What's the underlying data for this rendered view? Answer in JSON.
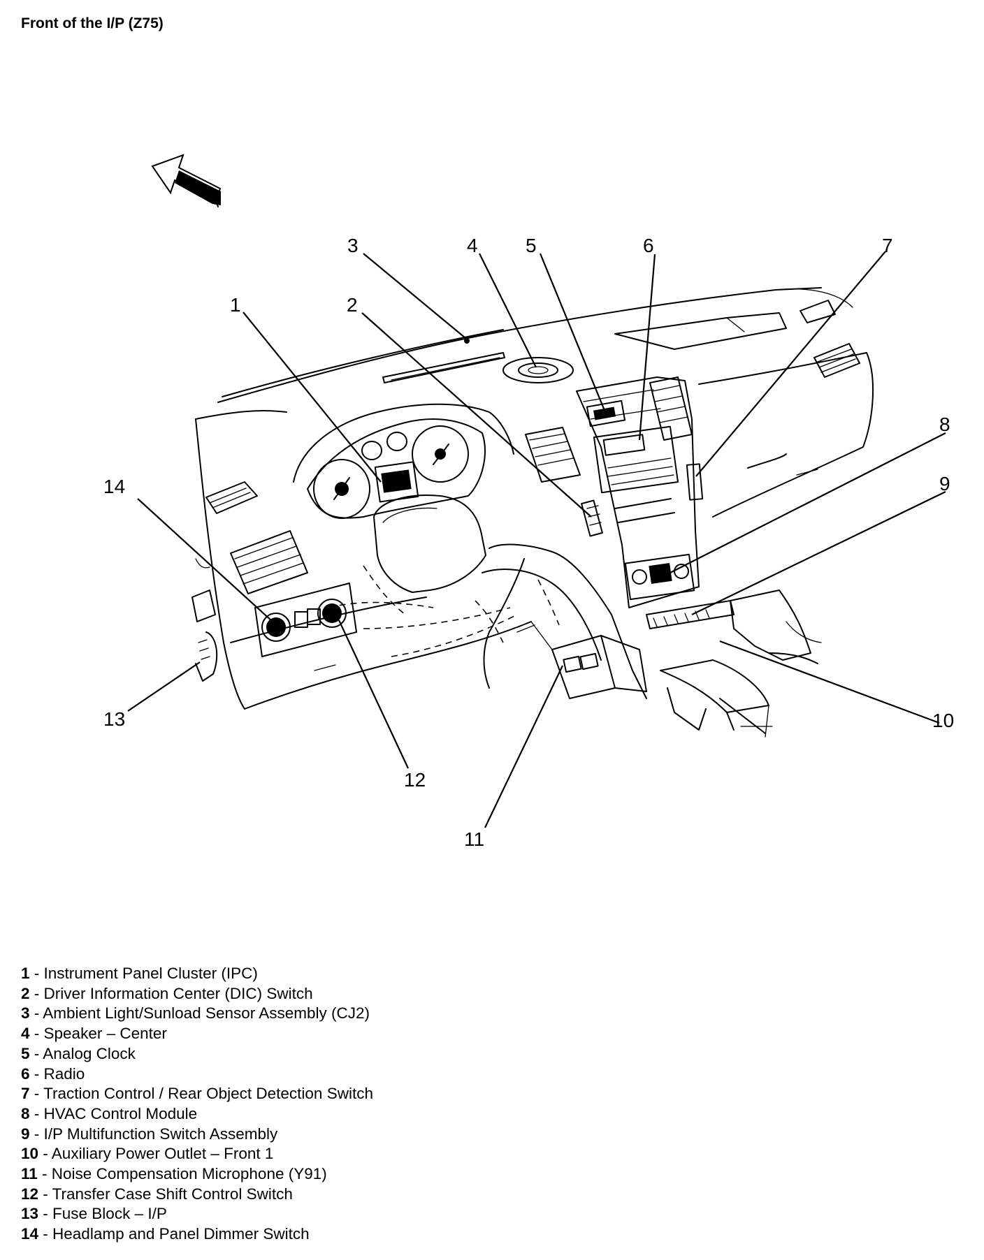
{
  "title": "Front of the I/P (Z75)",
  "callouts": [
    "1",
    "2",
    "3",
    "4",
    "5",
    "6",
    "7",
    "8",
    "9",
    "10",
    "11",
    "12",
    "13",
    "14"
  ],
  "legend": [
    {
      "num": "1",
      "sep": " - ",
      "text": "Instrument Panel Cluster (IPC)"
    },
    {
      "num": "2",
      "sep": " - ",
      "text": "Driver Information Center (DIC) Switch"
    },
    {
      "num": "3",
      "sep": " - ",
      "text": "Ambient Light/Sunload Sensor Assembly (CJ2)"
    },
    {
      "num": "4",
      "sep": " - ",
      "text": "Speaker – Center"
    },
    {
      "num": "5",
      "sep": " - ",
      "text": "Analog Clock"
    },
    {
      "num": "6",
      "sep": " - ",
      "text": "Radio"
    },
    {
      "num": "7",
      "sep": " - ",
      "text": "Traction Control / Rear Object Detection Switch"
    },
    {
      "num": "8",
      "sep": " - ",
      "text": "HVAC Control Module"
    },
    {
      "num": "9",
      "sep": " - ",
      "text": "I/P Multifunction Switch Assembly"
    },
    {
      "num": "10",
      "sep": " - ",
      "text": "Auxiliary Power Outlet – Front 1"
    },
    {
      "num": "11",
      "sep": " - ",
      "text": "Noise Compensation Microphone (Y91)"
    },
    {
      "num": "12",
      "sep": " - ",
      "text": "Transfer Case Shift Control Switch"
    },
    {
      "num": "13",
      "sep": " - ",
      "text": "Fuse Block – I/P"
    },
    {
      "num": "14",
      "sep": " - ",
      "text": "Headlamp and Panel Dimmer Switch"
    }
  ]
}
